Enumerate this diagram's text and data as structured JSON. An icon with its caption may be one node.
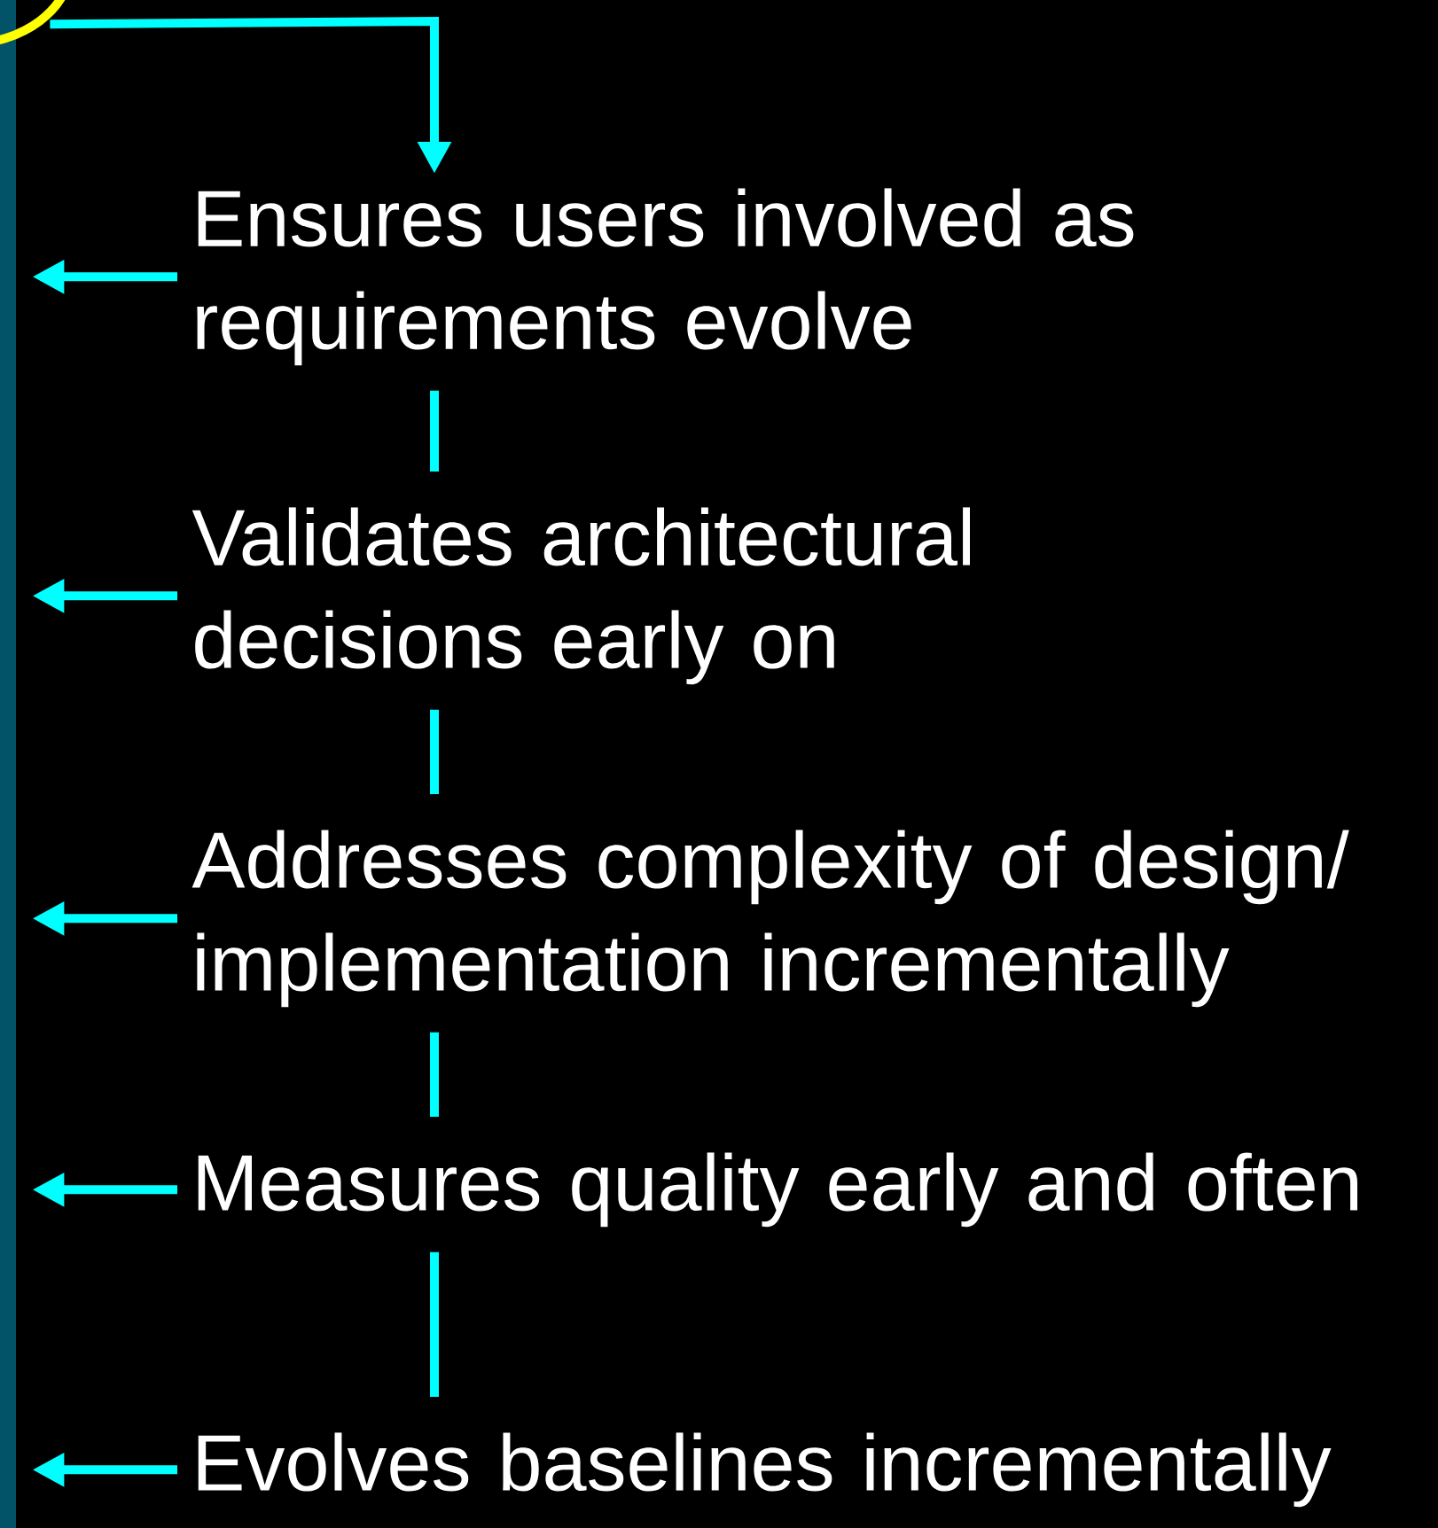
{
  "diagram": {
    "nodes": [
      {
        "text": [],
        "shape": "bar"
      },
      {
        "text": [],
        "shape": "circle"
      },
      {
        "text": [
          "Ensures users involved as requirements evolve"
        ]
      },
      {
        "text": [
          "Validates architectural decisions early on"
        ]
      },
      {
        "text": [
          "Addresses complexity of design/ implementation incrementally"
        ]
      },
      {
        "text": [
          "Measures quality early and often"
        ]
      },
      {
        "text": [
          "Evolves baselines incrementally"
        ]
      }
    ],
    "edges": [
      {
        "from": 1,
        "to": 2,
        "arrow": "to"
      },
      {
        "from": 2,
        "to": 3,
        "arrow": "none"
      },
      {
        "from": 3,
        "to": 4,
        "arrow": "none"
      },
      {
        "from": 4,
        "to": 5,
        "arrow": "none"
      },
      {
        "from": 5,
        "to": 6,
        "arrow": "none"
      },
      {
        "from": 2,
        "to": 0,
        "arrow": "to"
      },
      {
        "from": 3,
        "to": 0,
        "arrow": "to"
      },
      {
        "from": 4,
        "to": 0,
        "arrow": "to"
      },
      {
        "from": 5,
        "to": 0,
        "arrow": "to"
      },
      {
        "from": 6,
        "to": 0,
        "arrow": "to"
      }
    ]
  }
}
